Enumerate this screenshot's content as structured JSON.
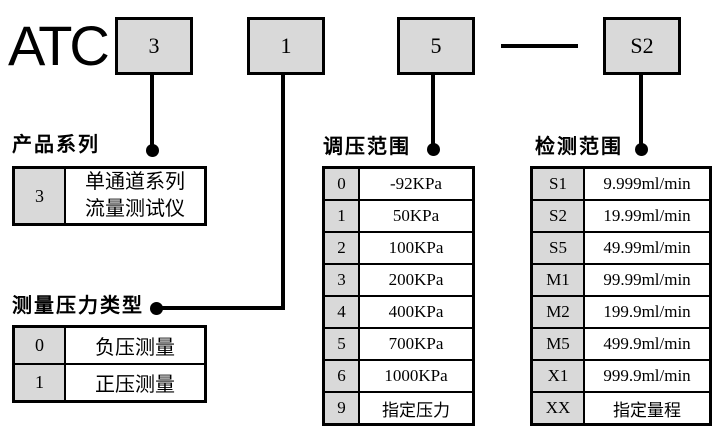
{
  "header": {
    "prefix": "ATC",
    "boxes": [
      {
        "value": "3"
      },
      {
        "value": "1"
      },
      {
        "value": "5"
      },
      {
        "value": "S2"
      }
    ]
  },
  "product_series": {
    "title": "产品系列",
    "rows": [
      {
        "code": "3",
        "desc_line1": "单通道系列",
        "desc_line2": "流量测试仪"
      }
    ]
  },
  "pressure_type": {
    "title": "测量压力类型",
    "rows": [
      {
        "code": "0",
        "desc": "负压测量"
      },
      {
        "code": "1",
        "desc": "正压测量"
      }
    ]
  },
  "pressure_range": {
    "title": "调压范围",
    "rows": [
      {
        "code": "0",
        "desc": "-92KPa"
      },
      {
        "code": "1",
        "desc": "50KPa"
      },
      {
        "code": "2",
        "desc": "100KPa"
      },
      {
        "code": "3",
        "desc": "200KPa"
      },
      {
        "code": "4",
        "desc": "400KPa"
      },
      {
        "code": "5",
        "desc": "700KPa"
      },
      {
        "code": "6",
        "desc": "1000KPa"
      },
      {
        "code": "9",
        "desc": "指定压力"
      }
    ]
  },
  "detection_range": {
    "title": "检测范围",
    "rows": [
      {
        "code": "S1",
        "desc": "9.999ml/min"
      },
      {
        "code": "S2",
        "desc": "19.99ml/min"
      },
      {
        "code": "S5",
        "desc": "49.99ml/min"
      },
      {
        "code": "M1",
        "desc": "99.99ml/min"
      },
      {
        "code": "M2",
        "desc": "199.9ml/min"
      },
      {
        "code": "M5",
        "desc": "499.9ml/min"
      },
      {
        "code": "X1",
        "desc": "999.9ml/min"
      },
      {
        "code": "XX",
        "desc": "指定量程"
      }
    ]
  },
  "colors": {
    "box_fill": "#d9d9d9",
    "line": "#000000",
    "background": "#ffffff"
  }
}
